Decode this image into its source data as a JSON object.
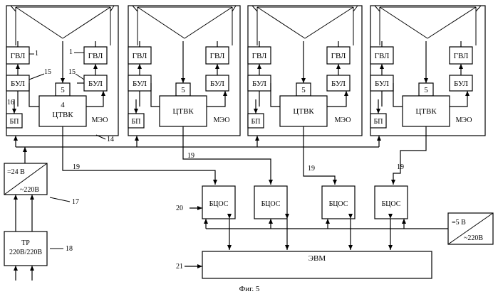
{
  "labels": {
    "gvl": "ГВЛ",
    "bul": "БУЛ",
    "five": "5",
    "ctvk": "ЦТВК",
    "ctvk_num": "4",
    "bp": "БП",
    "meo": "МЭО",
    "bcos": "БЦОС",
    "evm": "ЭВМ",
    "psu_top": "=24 В",
    "psu_bot": "~220В",
    "psu5_top": "=5 В",
    "psu5_bot": "~220В",
    "tr_line1": "ТР",
    "tr_line2": "220В/220В",
    "caption": "Фиг. 5"
  },
  "refs": {
    "r1a": "1",
    "r1b": "1",
    "r15a": "15",
    "r15b": "15",
    "r16": "16",
    "r14": "14",
    "r17": "17",
    "r18": "18",
    "r19a": "19",
    "r19b": "19",
    "r19c": "19",
    "r19d": "19",
    "r20": "20",
    "r21": "21"
  }
}
